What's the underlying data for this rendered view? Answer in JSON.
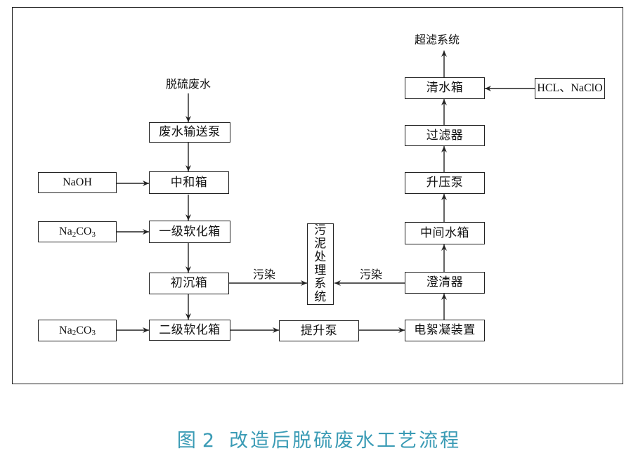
{
  "nodes": {
    "desulf_wastewater": "脱硫废水",
    "wastewater_pump": "废水输送泵",
    "neutral_tank": "中和箱",
    "naoh": "NaOH",
    "softening_tank_1": "一级软化箱",
    "na2co3_1": {
      "prefix": "Na",
      "sub": "2",
      "suffix": "CO",
      "sub2": "3"
    },
    "primary_settling_tank": "初沉箱",
    "softening_tank_2": "二级软化箱",
    "na2co3_2": {
      "prefix": "Na",
      "sub": "2",
      "suffix": "CO",
      "sub2": "3"
    },
    "lift_pump": "提升泵",
    "electroflocculation": "电絮凝装置",
    "clarifier": "澄清器",
    "intermediate_tank": "中间水箱",
    "booster_pump": "升压泵",
    "filter": "过滤器",
    "clean_water_tank": "清水箱",
    "hcl_naclo": "HCL、NaClO",
    "ultrafiltration": "超滤系统",
    "sludge_system": [
      "污",
      "泥",
      "处",
      "理",
      "系",
      "统"
    ]
  },
  "edge_labels": {
    "pollution_left": "污染",
    "pollution_right": "污染"
  },
  "caption": {
    "figure": "图",
    "number": "2",
    "title": "改造后脱硫废水工艺流程"
  }
}
